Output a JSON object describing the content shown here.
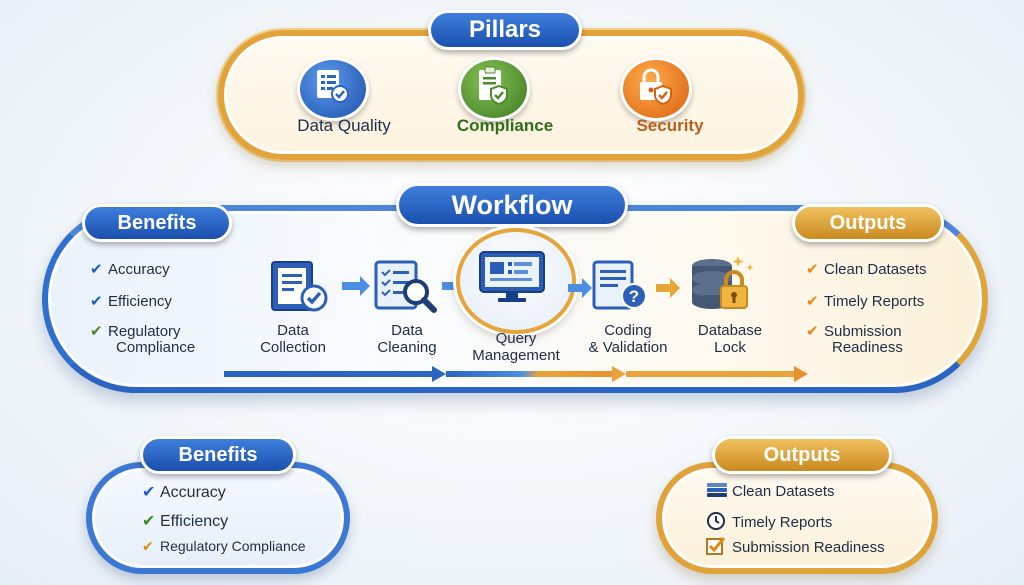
{
  "pillars": {
    "title": "Pillars",
    "items": [
      {
        "label": "Data Quality",
        "icon": "checklist-icon",
        "color": "#2a64c8"
      },
      {
        "label": "Compliance",
        "icon": "clipboard-shield-icon",
        "color": "#4a8c2a"
      },
      {
        "label": "Security",
        "icon": "lock-shield-icon",
        "color": "#e07a1a"
      }
    ]
  },
  "workflow": {
    "title": "Workflow",
    "steps": [
      {
        "label_line1": "Data",
        "label_line2": "Collection",
        "icon": "document-check-icon"
      },
      {
        "label_line1": "Data",
        "label_line2": "Cleaning",
        "icon": "magnifier-checklist-icon"
      },
      {
        "label_line1": "Query",
        "label_line2": "Management",
        "icon": "monitor-icon"
      },
      {
        "label_line1": "Coding",
        "label_line2": "& Validation",
        "icon": "document-question-icon"
      },
      {
        "label_line1": "Database",
        "label_line2": "Lock",
        "icon": "database-lock-icon"
      }
    ]
  },
  "benefits_top": {
    "title": "Benefits",
    "items": [
      "Accuracy",
      "Efficiency",
      "Regulatory",
      "Compliance"
    ]
  },
  "outputs_top": {
    "title": "Outputs",
    "items": [
      "Clean Datasets",
      "Timely Reports",
      "Submission",
      "Readiness"
    ]
  },
  "benefits_bottom": {
    "title": "Benefits",
    "items": [
      "Accuracy",
      "Efficiency",
      "Regulatory Compliance"
    ]
  },
  "outputs_bottom": {
    "title": "Outputs",
    "items": [
      {
        "label": "Clean Datasets",
        "icon": "stack-icon"
      },
      {
        "label": "Timely Reports",
        "icon": "clock-icon"
      },
      {
        "label": "Submission Readiness",
        "icon": "checkbox-icon"
      }
    ]
  },
  "colors": {
    "blue": "#1f5cc4",
    "gold": "#e0a33a",
    "green": "#3c8a2a",
    "orange": "#e07a1a"
  }
}
